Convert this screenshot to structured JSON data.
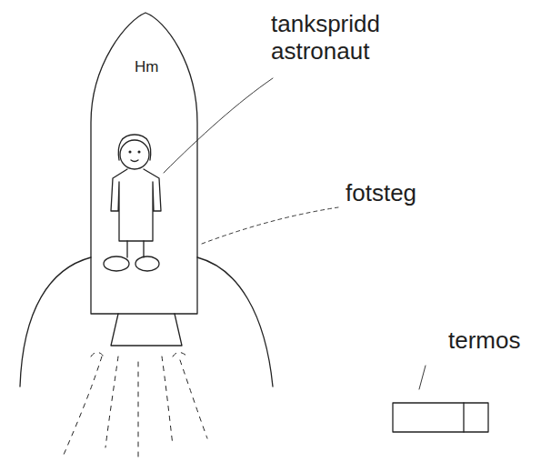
{
  "diagram": {
    "labels": [
      "tankspridd astronaut",
      "Hm",
      "fotsteg",
      "termos"
    ]
  }
}
